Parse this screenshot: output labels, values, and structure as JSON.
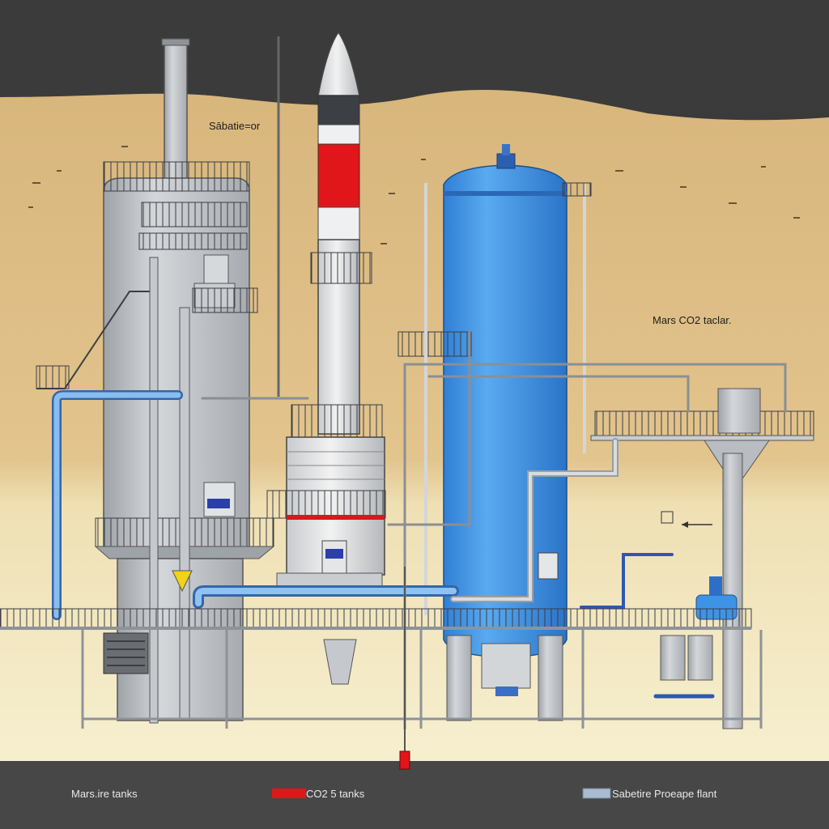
{
  "labels": {
    "sabatier_reactor": "Sābatie=or",
    "co2_tank": "Mars CO2 taclar."
  },
  "legend": [
    {
      "text": "Mars.ire tanks",
      "swatch": ""
    },
    {
      "text": "CO2 5 tanks",
      "swatch": "#e0161a"
    },
    {
      "text": "Sabetire Proeape flant",
      "swatch": "#a9bcd0"
    }
  ],
  "colors": {
    "sky": "#3b3b3b",
    "sand_dark": "#d9b77e",
    "sand_light": "#f3ecc9",
    "ground": "#4a4a4a",
    "steel": "#b8bcc0",
    "blue_tank": "#3f93e6",
    "rocket_red": "#e0161a",
    "pipe_blue": "#7fb6ea"
  }
}
